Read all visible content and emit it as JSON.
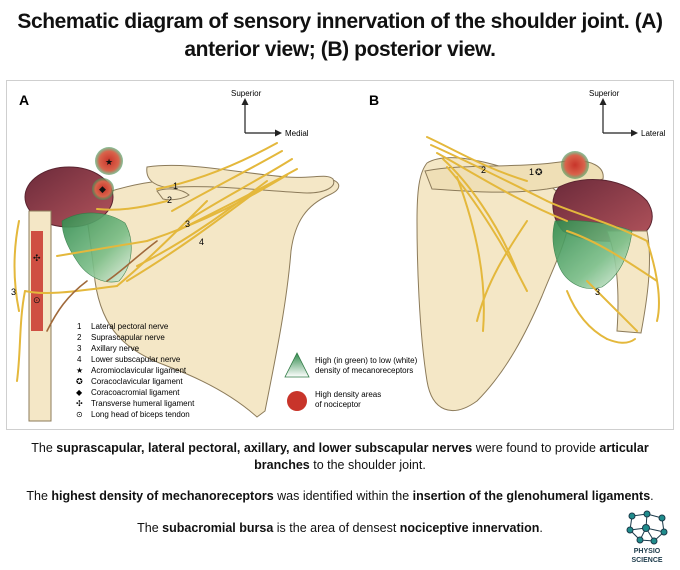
{
  "title": {
    "line1": "Schematic diagram of sensory innervation of the shoulder joint. (A)",
    "line2": "anterior view; (B) posterior view."
  },
  "panel_a": {
    "label": "A",
    "orient_vertical": "Superior",
    "orient_horizontal": "Medial",
    "nerve_numbers": [
      "1",
      "2",
      "3",
      "4",
      "3"
    ]
  },
  "panel_b": {
    "label": "B",
    "orient_vertical": "Superior",
    "orient_horizontal": "Lateral",
    "nerve_numbers": [
      "1",
      "2",
      "3"
    ]
  },
  "legend": {
    "items": [
      {
        "key": "1",
        "text": "Lateral pectoral nerve"
      },
      {
        "key": "2",
        "text": "Suprascapular nerve"
      },
      {
        "key": "3",
        "text": "Axillary nerve"
      },
      {
        "key": "4",
        "text": "Lower subscapular nerve"
      },
      {
        "key": "★",
        "text": "Acromioclavicular ligament"
      },
      {
        "key": "✪",
        "text": "Coracoclavicular ligament"
      },
      {
        "key": "◆",
        "text": "Coracoacromial ligament"
      },
      {
        "key": "✣",
        "text": "Transverse humeral ligament"
      },
      {
        "key": "⊙",
        "text": "Long head of biceps tendon"
      }
    ],
    "mechano_line1": "High (in green) to low (white)",
    "mechano_line2": "density of mecanoreceptors",
    "noci_line1": "High density areas",
    "noci_line2": "of nociceptor"
  },
  "captions": {
    "c1_a": "The ",
    "c1_b": "suprascapular, lateral pectoral, axillary, and lower subscapular nerves",
    "c1_c": " were found to provide ",
    "c1_d": "articular",
    "c1_e": "branches",
    "c1_f": " to the shoulder joint.",
    "c2_a": "The ",
    "c2_b": "highest density of mechanoreceptors",
    "c2_c": " was identified within the ",
    "c2_d": "insertion of the glenohumeral ligaments",
    "c2_e": ".",
    "c3_a": "The ",
    "c3_b": "subacromial bursa",
    "c3_c": " is the area of densest ",
    "c3_d": "nociceptive innervation",
    "c3_e": "."
  },
  "logo": {
    "line1": "PHYSIO",
    "line2": "SCIENCE"
  },
  "colors": {
    "bone": "#f4e7c6",
    "nerve": "#e4b83c",
    "green": "#3f9a5a",
    "red": "#c8342a",
    "muscle": "#8a3a44"
  }
}
